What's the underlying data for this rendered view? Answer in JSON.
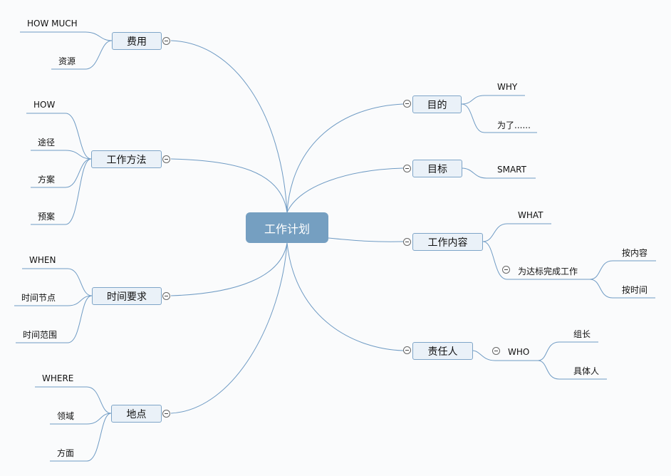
{
  "central": "工作计划",
  "branches": {
    "cost": {
      "label": "费用",
      "children": [
        "HOW MUCH",
        "资源"
      ]
    },
    "method": {
      "label": "工作方法",
      "children": [
        "HOW",
        "途径",
        "方案",
        "预案"
      ]
    },
    "time": {
      "label": "时间要求",
      "children": [
        "WHEN",
        "时间节点",
        "时间范围"
      ]
    },
    "place": {
      "label": "地点",
      "children": [
        "WHERE",
        "领域",
        "方面"
      ]
    },
    "purpose": {
      "label": "目的",
      "children": [
        "WHY",
        "为了......"
      ]
    },
    "goal": {
      "label": "目标",
      "children": [
        "SMART"
      ]
    },
    "content": {
      "label": "工作内容",
      "children": [
        "WHAT",
        "为达标完成工作"
      ],
      "grandchildren": [
        "按内容",
        "按时间"
      ]
    },
    "owner": {
      "label": "责任人",
      "children": [
        "WHO"
      ],
      "grandchildren": [
        "组长",
        "具体人"
      ]
    }
  }
}
